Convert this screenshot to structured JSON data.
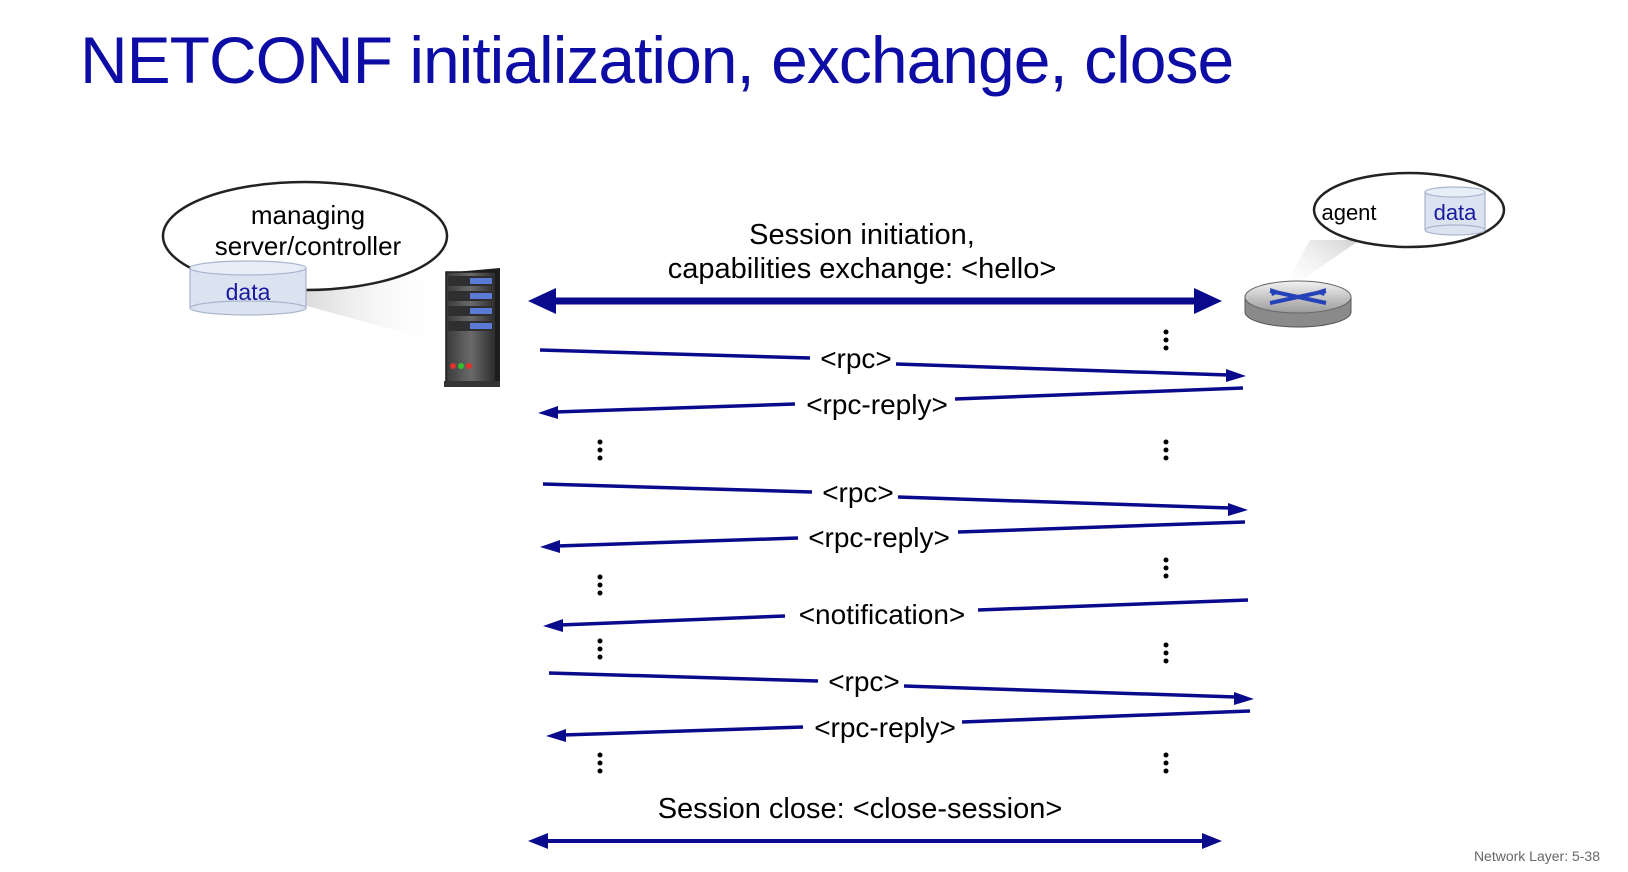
{
  "title": "NETCONF initialization, exchange, close",
  "manager": {
    "label_line1": "managing",
    "label_line2": "server/controller",
    "data_label": "data"
  },
  "agent": {
    "label": "agent",
    "data_label": "data"
  },
  "session_init": {
    "line1": "Session initiation,",
    "line2": "capabilities exchange: <hello>"
  },
  "messages": {
    "rpc1": "<rpc>",
    "rpc_reply1": "<rpc-reply>",
    "rpc2": "<rpc>",
    "rpc_reply2": "<rpc-reply>",
    "notification": "<notification>",
    "rpc3": "<rpc>",
    "rpc_reply3": "<rpc-reply>"
  },
  "session_close": "Session close:  <close-session>",
  "footer": "Network Layer: 5-38",
  "colors": {
    "title": "#0d0da6",
    "arrow": "#0a0a8c",
    "cylinder": "#dbe3f1",
    "data_text": "#1a1aa0"
  }
}
